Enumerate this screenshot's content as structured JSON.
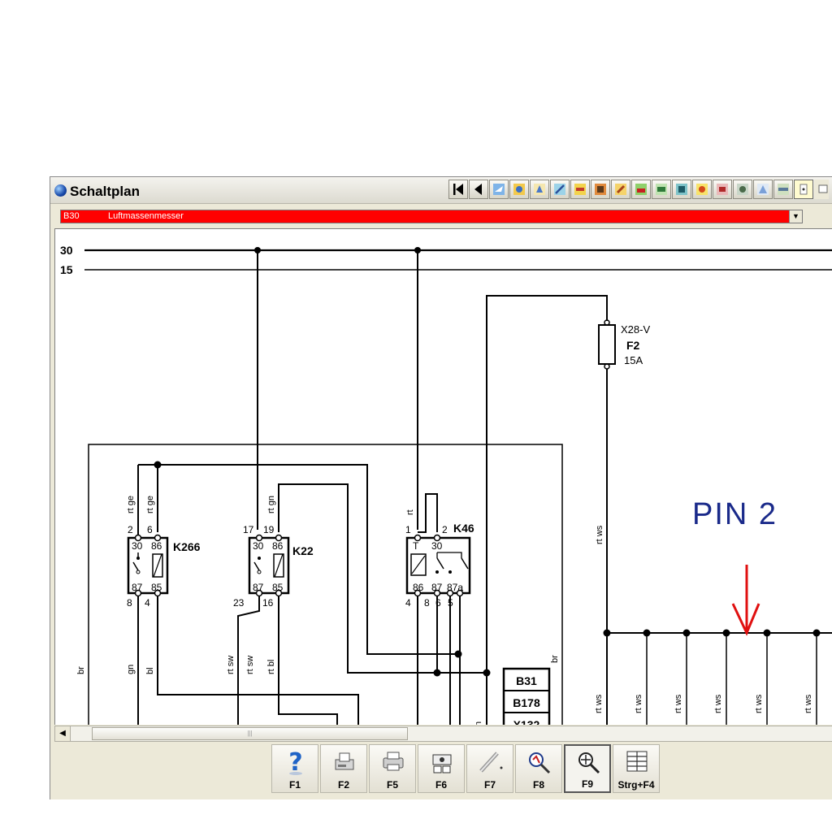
{
  "window": {
    "title": "Schaltplan"
  },
  "component_selector": {
    "code": "B30",
    "name": "Luftmassenmesser"
  },
  "diagram": {
    "bus_labels": [
      "30",
      "15"
    ],
    "fuse": {
      "connector": "X28-V",
      "name": "F2",
      "rating": "15A"
    },
    "relays": [
      {
        "name": "K266",
        "pins_top": [
          "2",
          "6"
        ],
        "pins_bottom": [
          "8",
          "4"
        ],
        "inner_top": [
          "30",
          "86"
        ],
        "inner_bottom": [
          "87",
          "85"
        ],
        "wires": [
          "rt ge",
          "rt ge"
        ]
      },
      {
        "name": "K22",
        "pins_top": [
          "17",
          "19"
        ],
        "pins_bottom": [
          "23",
          "16"
        ],
        "inner_top": [
          "30",
          "86"
        ],
        "inner_bottom": [
          "87",
          "85"
        ],
        "wires": [
          "rt gn"
        ]
      },
      {
        "name": "K46",
        "pins_top": [
          "1",
          "2"
        ],
        "pins_bottom": [
          "4",
          "8",
          "6",
          "5"
        ],
        "inner_top": [
          "T",
          "30"
        ],
        "inner_bottom": [
          "86",
          "87",
          "87a"
        ],
        "wires": [
          "rt"
        ]
      }
    ],
    "connector_boxes": [
      "B31",
      "B178",
      "X132"
    ],
    "wire_labels_lower": [
      "br",
      "gn",
      "bl",
      "rt sw",
      "rt sw",
      "rt bl",
      "br",
      "n"
    ],
    "wire_labels_bus": [
      "rt ws",
      "rt ws",
      "rt ws",
      "rt ws",
      "rt ws",
      "rt ws"
    ],
    "fuse_wire_label": "rt ws",
    "annotation": "PIN 2",
    "annotation_color": "#1a2a8a",
    "arrow_color": "#e01010"
  },
  "function_keys": [
    {
      "label": "F1",
      "icon": "help-icon"
    },
    {
      "label": "F2",
      "icon": "fax-icon"
    },
    {
      "label": "F5",
      "icon": "printer-icon"
    },
    {
      "label": "F6",
      "icon": "component-icon"
    },
    {
      "label": "F7",
      "icon": "probe-icon"
    },
    {
      "label": "F8",
      "icon": "signal-search-icon"
    },
    {
      "label": "F9",
      "icon": "zoom-icon"
    },
    {
      "label": "Strg+F4",
      "icon": "list-icon"
    }
  ],
  "colors": {
    "selector_bg": "#ff0000",
    "window_bg": "#ece9d8"
  }
}
